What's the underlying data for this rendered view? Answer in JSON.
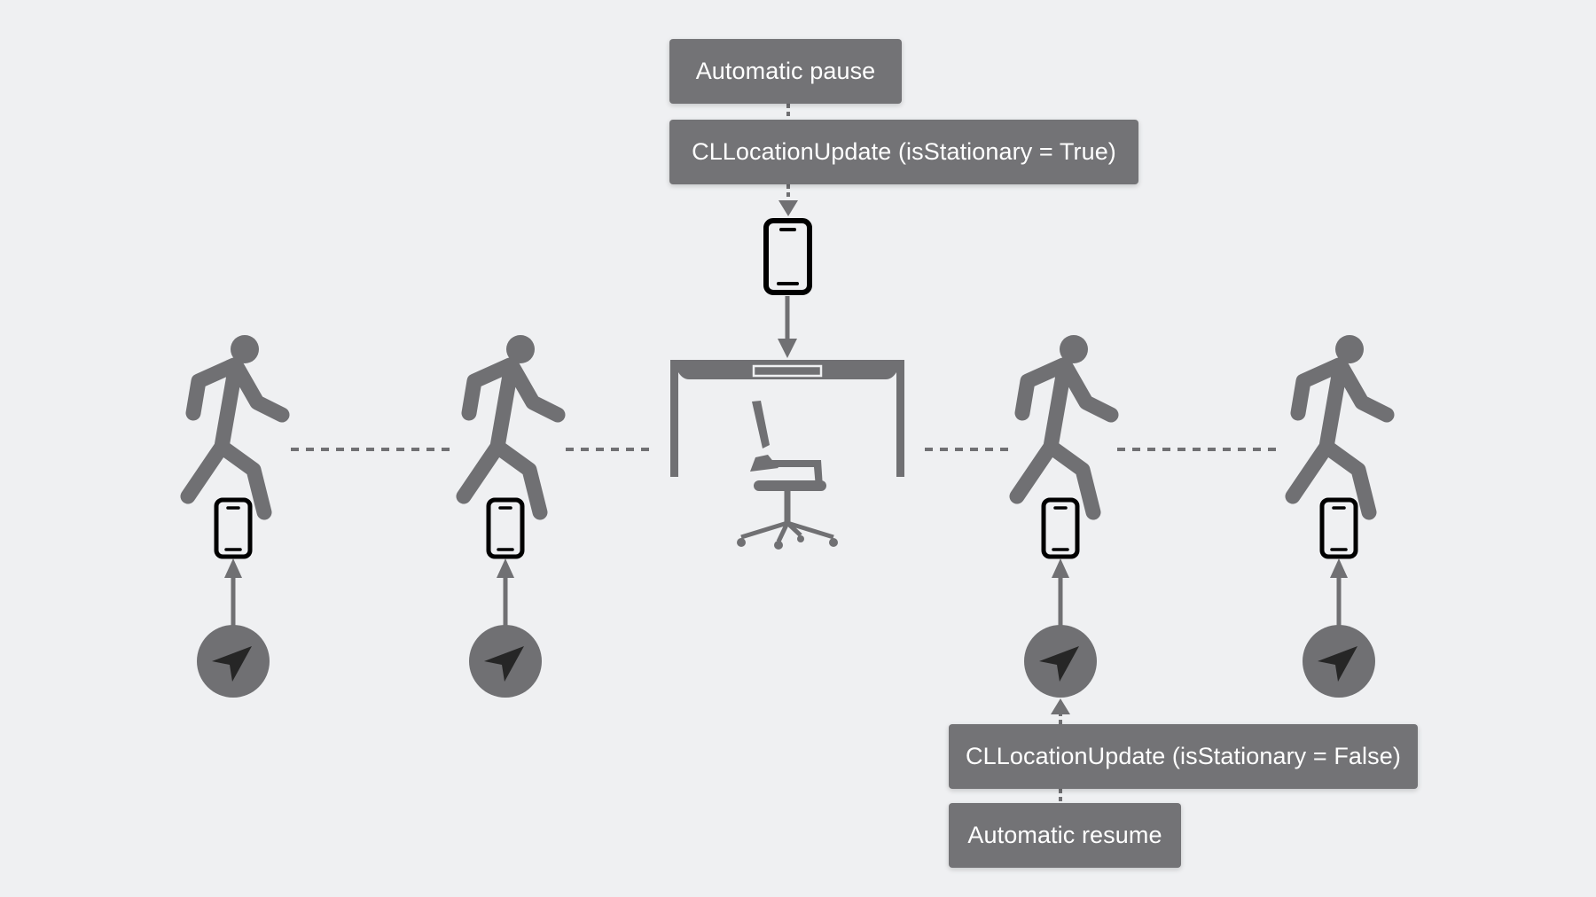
{
  "labels": {
    "automatic_pause": "Automatic pause",
    "update_stationary_true": "CLLocationUpdate (isStationary = True)",
    "update_stationary_false": "CLLocationUpdate (isStationary = False)",
    "automatic_resume": "Automatic resume"
  },
  "icons": {
    "walker": "person-walking-icon",
    "phone": "iphone-icon",
    "location": "location-arrow-icon",
    "desk": "desk-icon",
    "chair": "office-chair-icon"
  },
  "colors": {
    "background": "#eff0f2",
    "box_fill": "#737376",
    "box_text": "#ffffff",
    "icon_gray": "#707073",
    "phone_stroke": "#000000",
    "arrow_glyph": "#262626"
  }
}
